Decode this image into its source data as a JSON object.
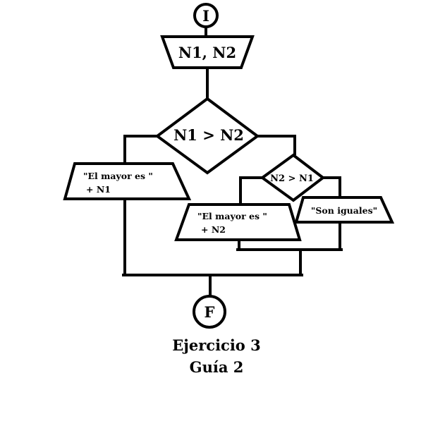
{
  "start_label": "I",
  "input_label": "N1, N2",
  "decision_1": "N1 > N2",
  "output_left": {
    "line1": "\"El mayor es \"",
    "line2": "+ N1"
  },
  "decision_2": "N2 > N1",
  "output_middle": {
    "line1": "\"El mayor es \"",
    "line2": "+ N2"
  },
  "output_right": "\"Son iguales\"",
  "end_label": "F",
  "caption": {
    "line1": "Ejercicio 3",
    "line2": "Guía 2"
  },
  "colors": {
    "stroke": "#000000",
    "background": "#ffffff"
  }
}
